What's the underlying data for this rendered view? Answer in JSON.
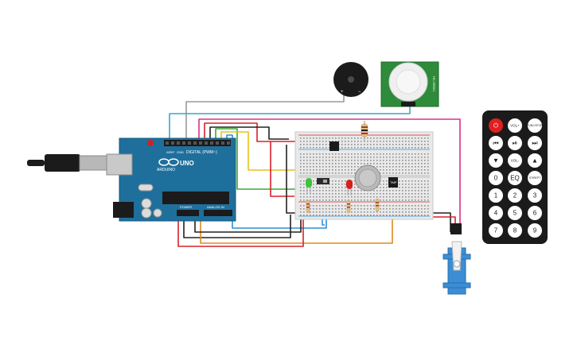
{
  "arduino": {
    "brand": "ARDUINO",
    "model": "UNO",
    "label_digital": "DIGITAL (PWM~)",
    "label_power": "POWER",
    "label_analog": "ANALOG IN",
    "label_aref": "AREF",
    "label_gnd": "GND"
  },
  "buzzer": {
    "plus": "+",
    "minus": "−"
  },
  "pir": {
    "side_text": "HC-SR501"
  },
  "transistor": {
    "label": "TMP"
  },
  "remote": {
    "buttons": [
      [
        "power",
        "VOL+",
        "FUNC/STOP"
      ],
      [
        "rewind",
        "play-pause",
        "fast-forward"
      ],
      [
        "down",
        "VOL-",
        "up"
      ],
      [
        "0",
        "EQ",
        "ST/REPT"
      ],
      [
        "1",
        "2",
        "3"
      ],
      [
        "4",
        "5",
        "6"
      ],
      [
        "7",
        "8",
        "9"
      ]
    ]
  },
  "colors": {
    "arduino_board": "#1f6f9c",
    "breadboard": "#e9e9e9",
    "pir_board": "#2e8b3a",
    "servo": "#3b8ed6",
    "remote": "#1b1b1b",
    "power_button": "#e02020",
    "wire_red": "#d9202a",
    "wire_black": "#222222",
    "wire_yellow": "#e6c21a",
    "wire_green": "#3aaa35",
    "wire_blue": "#2f8fd8",
    "wire_orange": "#e08a1a",
    "wire_pink": "#d6338a",
    "wire_teal": "#3aa7c7",
    "wire_gray": "#9a9a9a"
  }
}
